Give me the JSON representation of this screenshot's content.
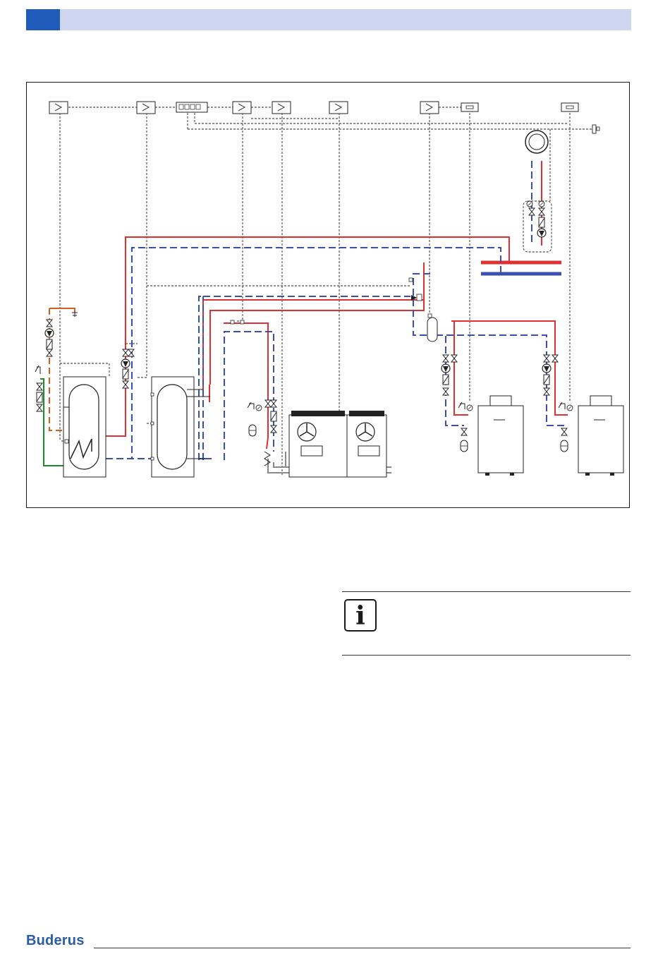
{
  "header": {
    "tab_color": "#1f5bb8",
    "bar_color": "#cfd6f0"
  },
  "diagram": {
    "flow_color": "#e03030",
    "return_color": "#3a4fb0",
    "dhw_circulation_color": "#d06020",
    "cold_water_color": "#1f8a2a",
    "control_line_color": "#222222",
    "icon": "hydraulic-schematic"
  },
  "info": {
    "icon": "info-icon",
    "glyph": "i"
  },
  "footer": {
    "logo": "Buderus",
    "logo_color": "#2a5caa"
  }
}
